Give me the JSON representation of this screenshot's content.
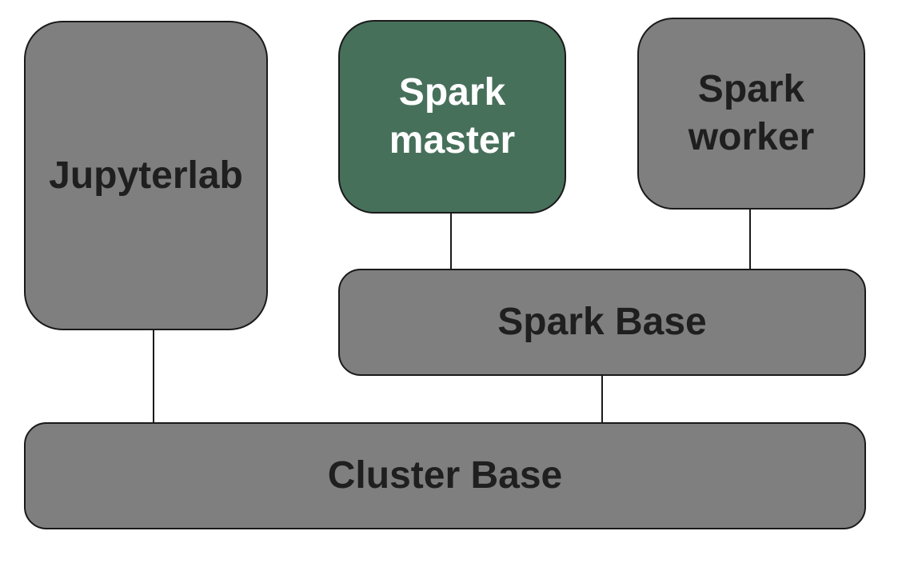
{
  "diagram": {
    "type": "architecture-block-diagram",
    "colors": {
      "canvas_bg": "#ffffff",
      "node_fill": "#7f7f7f",
      "accent_fill": "#47705b",
      "node_border": "#1a1a1a",
      "text_dark": "#1f1f1f",
      "text_light": "#ffffff",
      "connector": "#1a1a1a"
    },
    "nodes": {
      "jupyterlab": {
        "lines": [
          "Jupyterlab"
        ]
      },
      "spark_master": {
        "lines": [
          "Spark",
          "master"
        ],
        "accent": true
      },
      "spark_worker": {
        "lines": [
          "Spark",
          "worker"
        ]
      },
      "spark_base": {
        "lines": [
          "Spark Base"
        ]
      },
      "cluster_base": {
        "lines": [
          "Cluster Base"
        ]
      }
    },
    "edges": [
      {
        "from": "jupyterlab",
        "to": "cluster_base"
      },
      {
        "from": "spark_master",
        "to": "spark_base"
      },
      {
        "from": "spark_worker",
        "to": "spark_base"
      },
      {
        "from": "spark_base",
        "to": "cluster_base"
      }
    ]
  }
}
